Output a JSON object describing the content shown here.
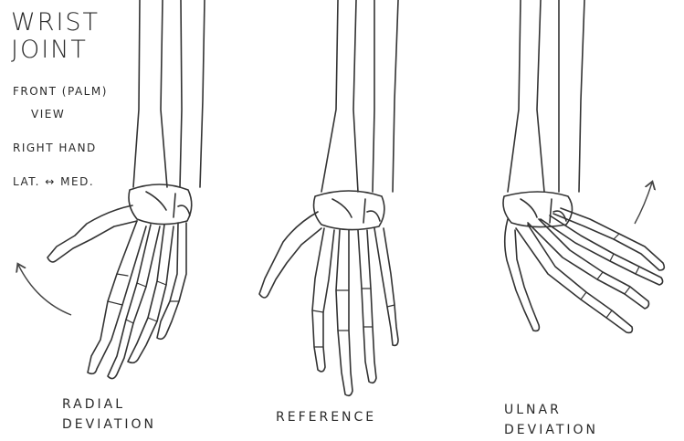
{
  "title": {
    "line1": "WRIST",
    "line2": "JOINT"
  },
  "notes": {
    "view": "FRONT (PALM)",
    "view2": "VIEW",
    "hand": "RIGHT HAND",
    "direction": "LAT. ↔ MED."
  },
  "captions": {
    "radial": {
      "line1": "RADIAL",
      "line2": "DEVIATION"
    },
    "reference": "REFERENCE",
    "ulnar": {
      "line1": "ULNAR",
      "line2": "DEVIATION"
    }
  },
  "colors": {
    "ink": "#333333",
    "paper": "#ffffff"
  }
}
